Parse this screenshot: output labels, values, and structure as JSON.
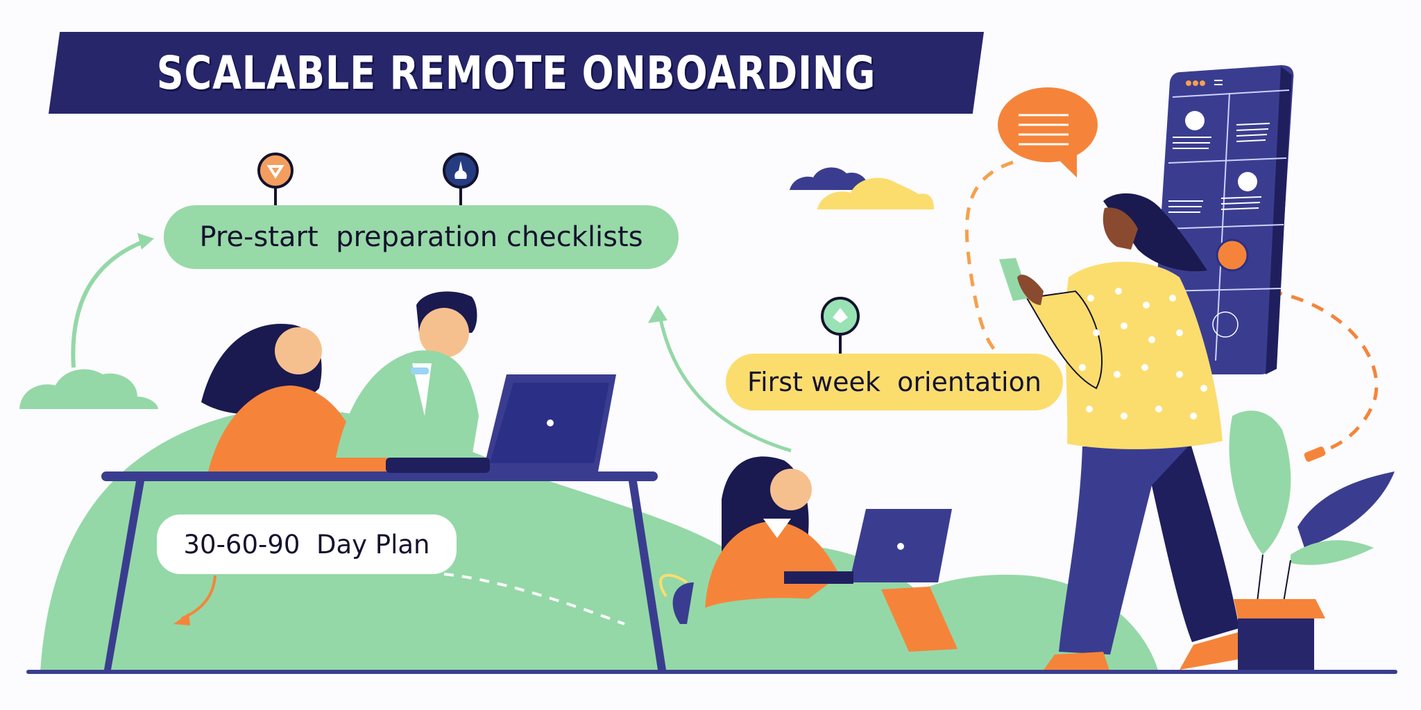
{
  "title": "SCALABLE REMOTE ONBOARDING",
  "callouts": {
    "prestart": "Pre-start  preparation checklists",
    "first_week": "First week  orientation",
    "plan": "30-60-90  Day Plan"
  },
  "icons": {
    "pin_orange": "download-triangle-icon",
    "pin_navy": "rocket-icon",
    "pin_green": "leaf-drop-icon",
    "speech_bubble": "chat-bubble-icon"
  },
  "colors": {
    "navy": "#27266b",
    "indigo": "#3a3d8f",
    "green": "#98d9a8",
    "yellow": "#fbdd6e",
    "orange": "#f5843a",
    "background": "#fcfbfd"
  }
}
